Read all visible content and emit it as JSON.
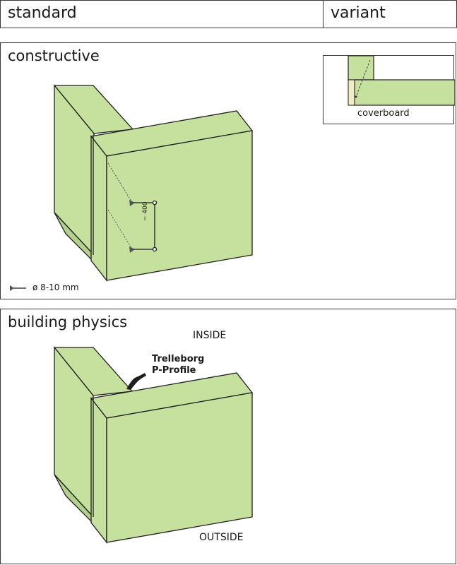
{
  "header": {
    "col1": "standard",
    "col2": "variant"
  },
  "constructive": {
    "title": "constructive",
    "spacing_label": "~ 400",
    "fastener_label": "ø 8-10 mm",
    "variant_label": "coverboard"
  },
  "building_physics": {
    "title": "building physics",
    "inside_label": "INSIDE",
    "outside_label": "OUTSIDE",
    "profile_label_line1": "Trelleborg",
    "profile_label_line2": "P-Profile"
  },
  "colors": {
    "panel_green": "#c6e09e",
    "line": "#1e1e1e"
  }
}
